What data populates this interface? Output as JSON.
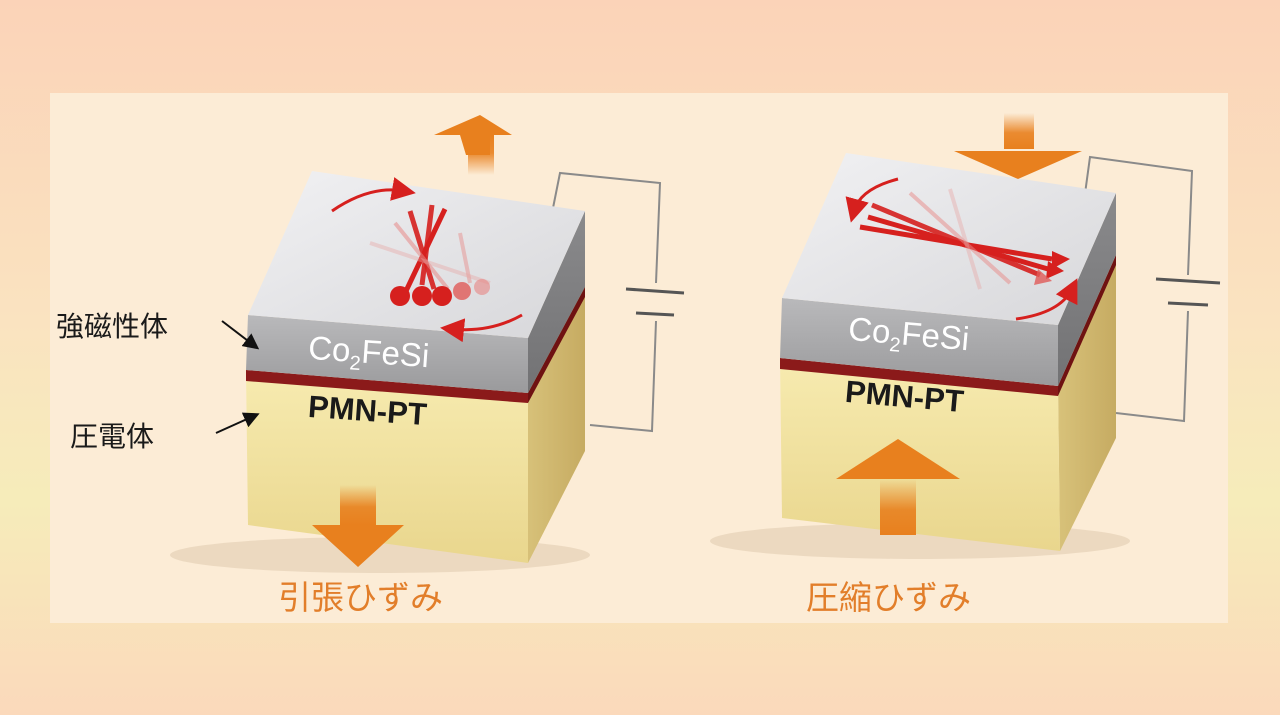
{
  "labels": {
    "ferromagnet": "強磁性体",
    "piezoelectric": "圧電体"
  },
  "panels": [
    {
      "top_layer_base": "Co",
      "top_layer_sub": "2",
      "top_layer_rest": "FeSi",
      "bottom_layer": "PMN-PT",
      "caption": "引張ひずみ"
    },
    {
      "top_layer_base": "Co",
      "top_layer_sub": "2",
      "top_layer_rest": "FeSi",
      "bottom_layer": "PMN-PT",
      "caption": "圧縮ひずみ"
    }
  ],
  "colors": {
    "strain_arrow": "#e8801e",
    "magnetization": "#d6201e",
    "caption": "#e27e2a",
    "top_face": "#e8e8ea",
    "ferromagnet_side": "#a6a6a8",
    "interface": "#8b1a1a",
    "piezo_side": "#efdf9c"
  }
}
